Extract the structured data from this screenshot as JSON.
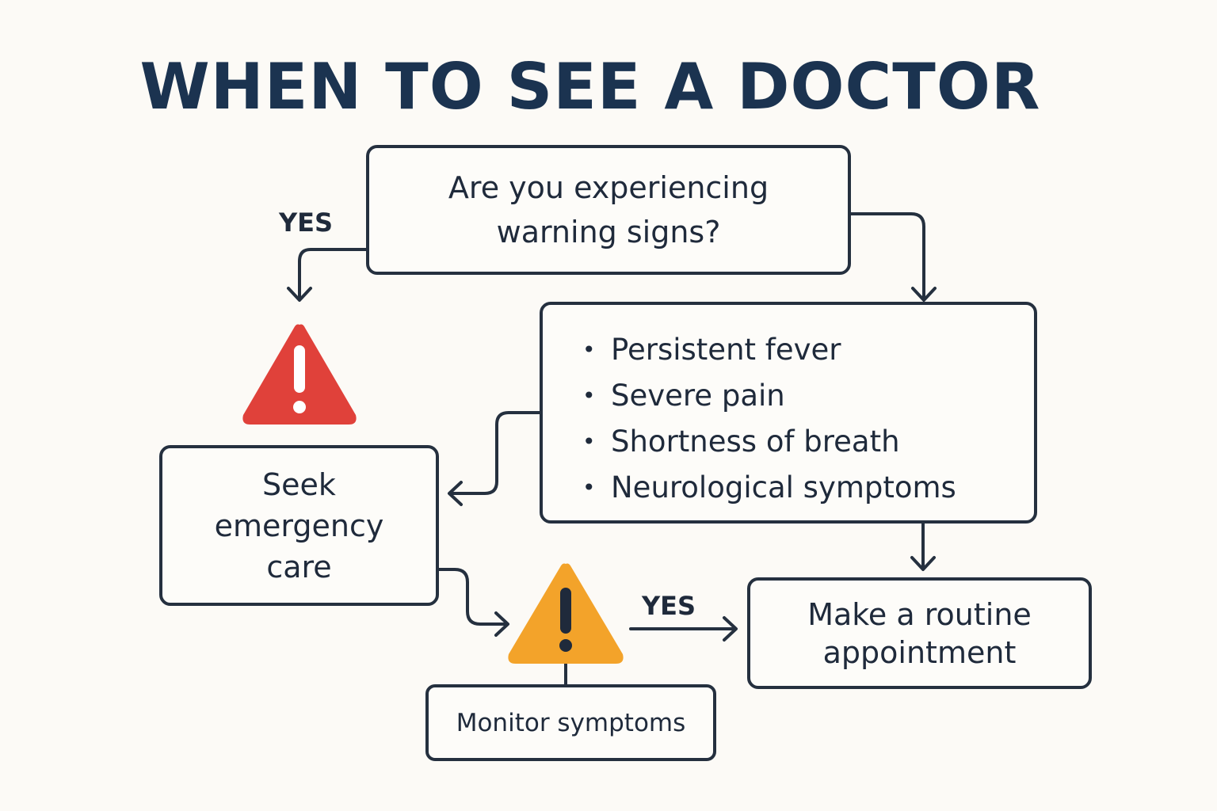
{
  "title": "WHEN TO SEE A DOCTOR",
  "question": "Are you experiencing warning signs?",
  "yes_left": "YES",
  "yes_bottom": "YES",
  "warning_signs": [
    "Persistent fever",
    "Severe pain",
    "Shortness of breath",
    "Neurological symptoms"
  ],
  "emergency": "Seek emergency care",
  "routine": "Make a routine appointment",
  "monitor": "Monitor symptoms",
  "icons": {
    "red_warning": "exclamation-triangle-icon",
    "orange_warning": "exclamation-triangle-icon"
  },
  "colors": {
    "title": "#1b3350",
    "stroke": "#25303f",
    "red": "#e0413a",
    "orange": "#f3a32a",
    "background": "#fcfaf6"
  }
}
